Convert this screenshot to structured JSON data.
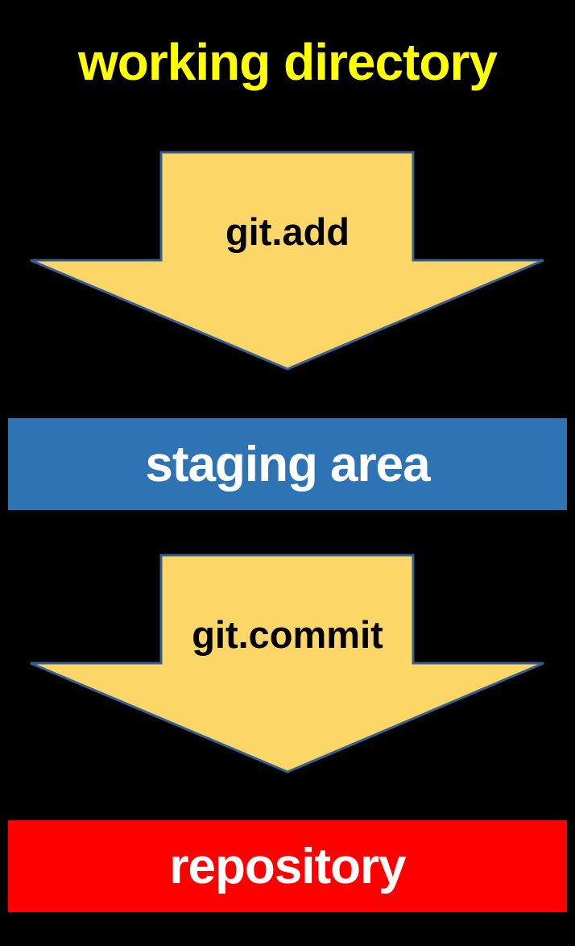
{
  "diagram": {
    "title": "working directory",
    "arrow1_label": "git.add",
    "staging_label": "staging area",
    "arrow2_label": "git.commit",
    "repository_label": "repository"
  },
  "icons": {
    "arrow1": "down-block-arrow-icon",
    "arrow2": "down-block-arrow-icon"
  },
  "colors": {
    "background": "#000000",
    "title_text": "#FFFF00",
    "arrow_fill": "#FCD768",
    "arrow_border": "#365F91",
    "arrow_text": "#000000",
    "staging_fill": "#2E74B5",
    "staging_text": "#FFFFFF",
    "repository_fill": "#FF0000",
    "repository_text": "#FFFFFF"
  }
}
